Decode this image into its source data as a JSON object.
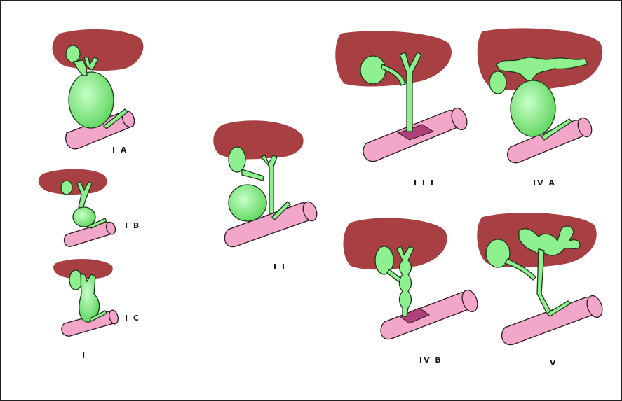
{
  "colors": {
    "liver": "#a83f43",
    "duct": "#8ef08e",
    "duct_stroke": "#1a3a1a",
    "duodenum": "#f2a6c9",
    "duodenum_stroke": "#2a1a22",
    "ampulla": "#b0407a"
  },
  "labels": {
    "ia": "I A",
    "ib": "I B",
    "ic": "I C",
    "i": "I",
    "ii": "I I",
    "iii": "I I I",
    "iva": "IV A",
    "ivb": "IV B",
    "v": "V"
  }
}
